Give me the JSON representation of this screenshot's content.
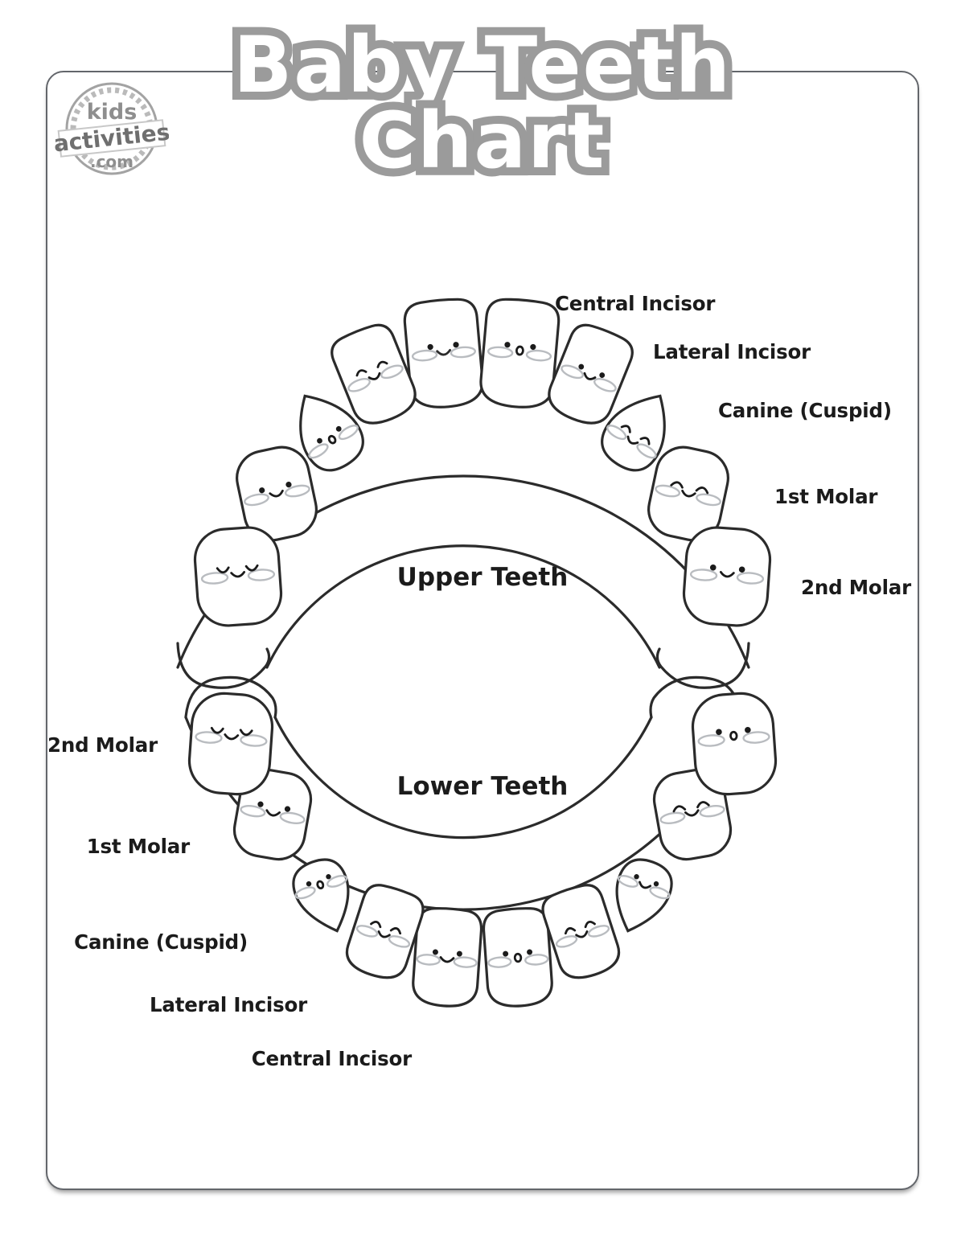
{
  "page": {
    "title_line1": "Baby Teeth",
    "title_line2": "Chart",
    "title_color": "#9b9b9b",
    "title_fill": "#ffffff",
    "border_color": "#63666b",
    "ink_color": "#2b2b2b",
    "blush_color": "#b9bcc0"
  },
  "logo": {
    "name": "kids-activities-stamp",
    "top_text": "kids",
    "banner_text": "activities",
    "bottom_text": ".com",
    "color": "#9c9c9c"
  },
  "arches": {
    "upper": {
      "title": "Upper Teeth",
      "labels_side": "right",
      "labels": [
        "Central Incisor",
        "Lateral Incisor",
        "Canine (Cuspid)",
        "1st Molar",
        "2nd Molar"
      ]
    },
    "lower": {
      "title": "Lower Teeth",
      "labels_side": "left",
      "labels": [
        "2nd Molar",
        "1st Molar",
        "Canine (Cuspid)",
        "Lateral Incisor",
        "Central Incisor"
      ]
    }
  },
  "teeth": {
    "upper_count": 10,
    "lower_count": 10,
    "types_per_side": [
      "central-incisor",
      "lateral-incisor",
      "canine",
      "first-molar",
      "second-molar"
    ],
    "face_styles": [
      "dot-eyes-smile",
      "curved-eyes-smile",
      "closed-eyes-smile",
      "dot-eyes-o-mouth",
      "arch-eyes-smile"
    ]
  }
}
